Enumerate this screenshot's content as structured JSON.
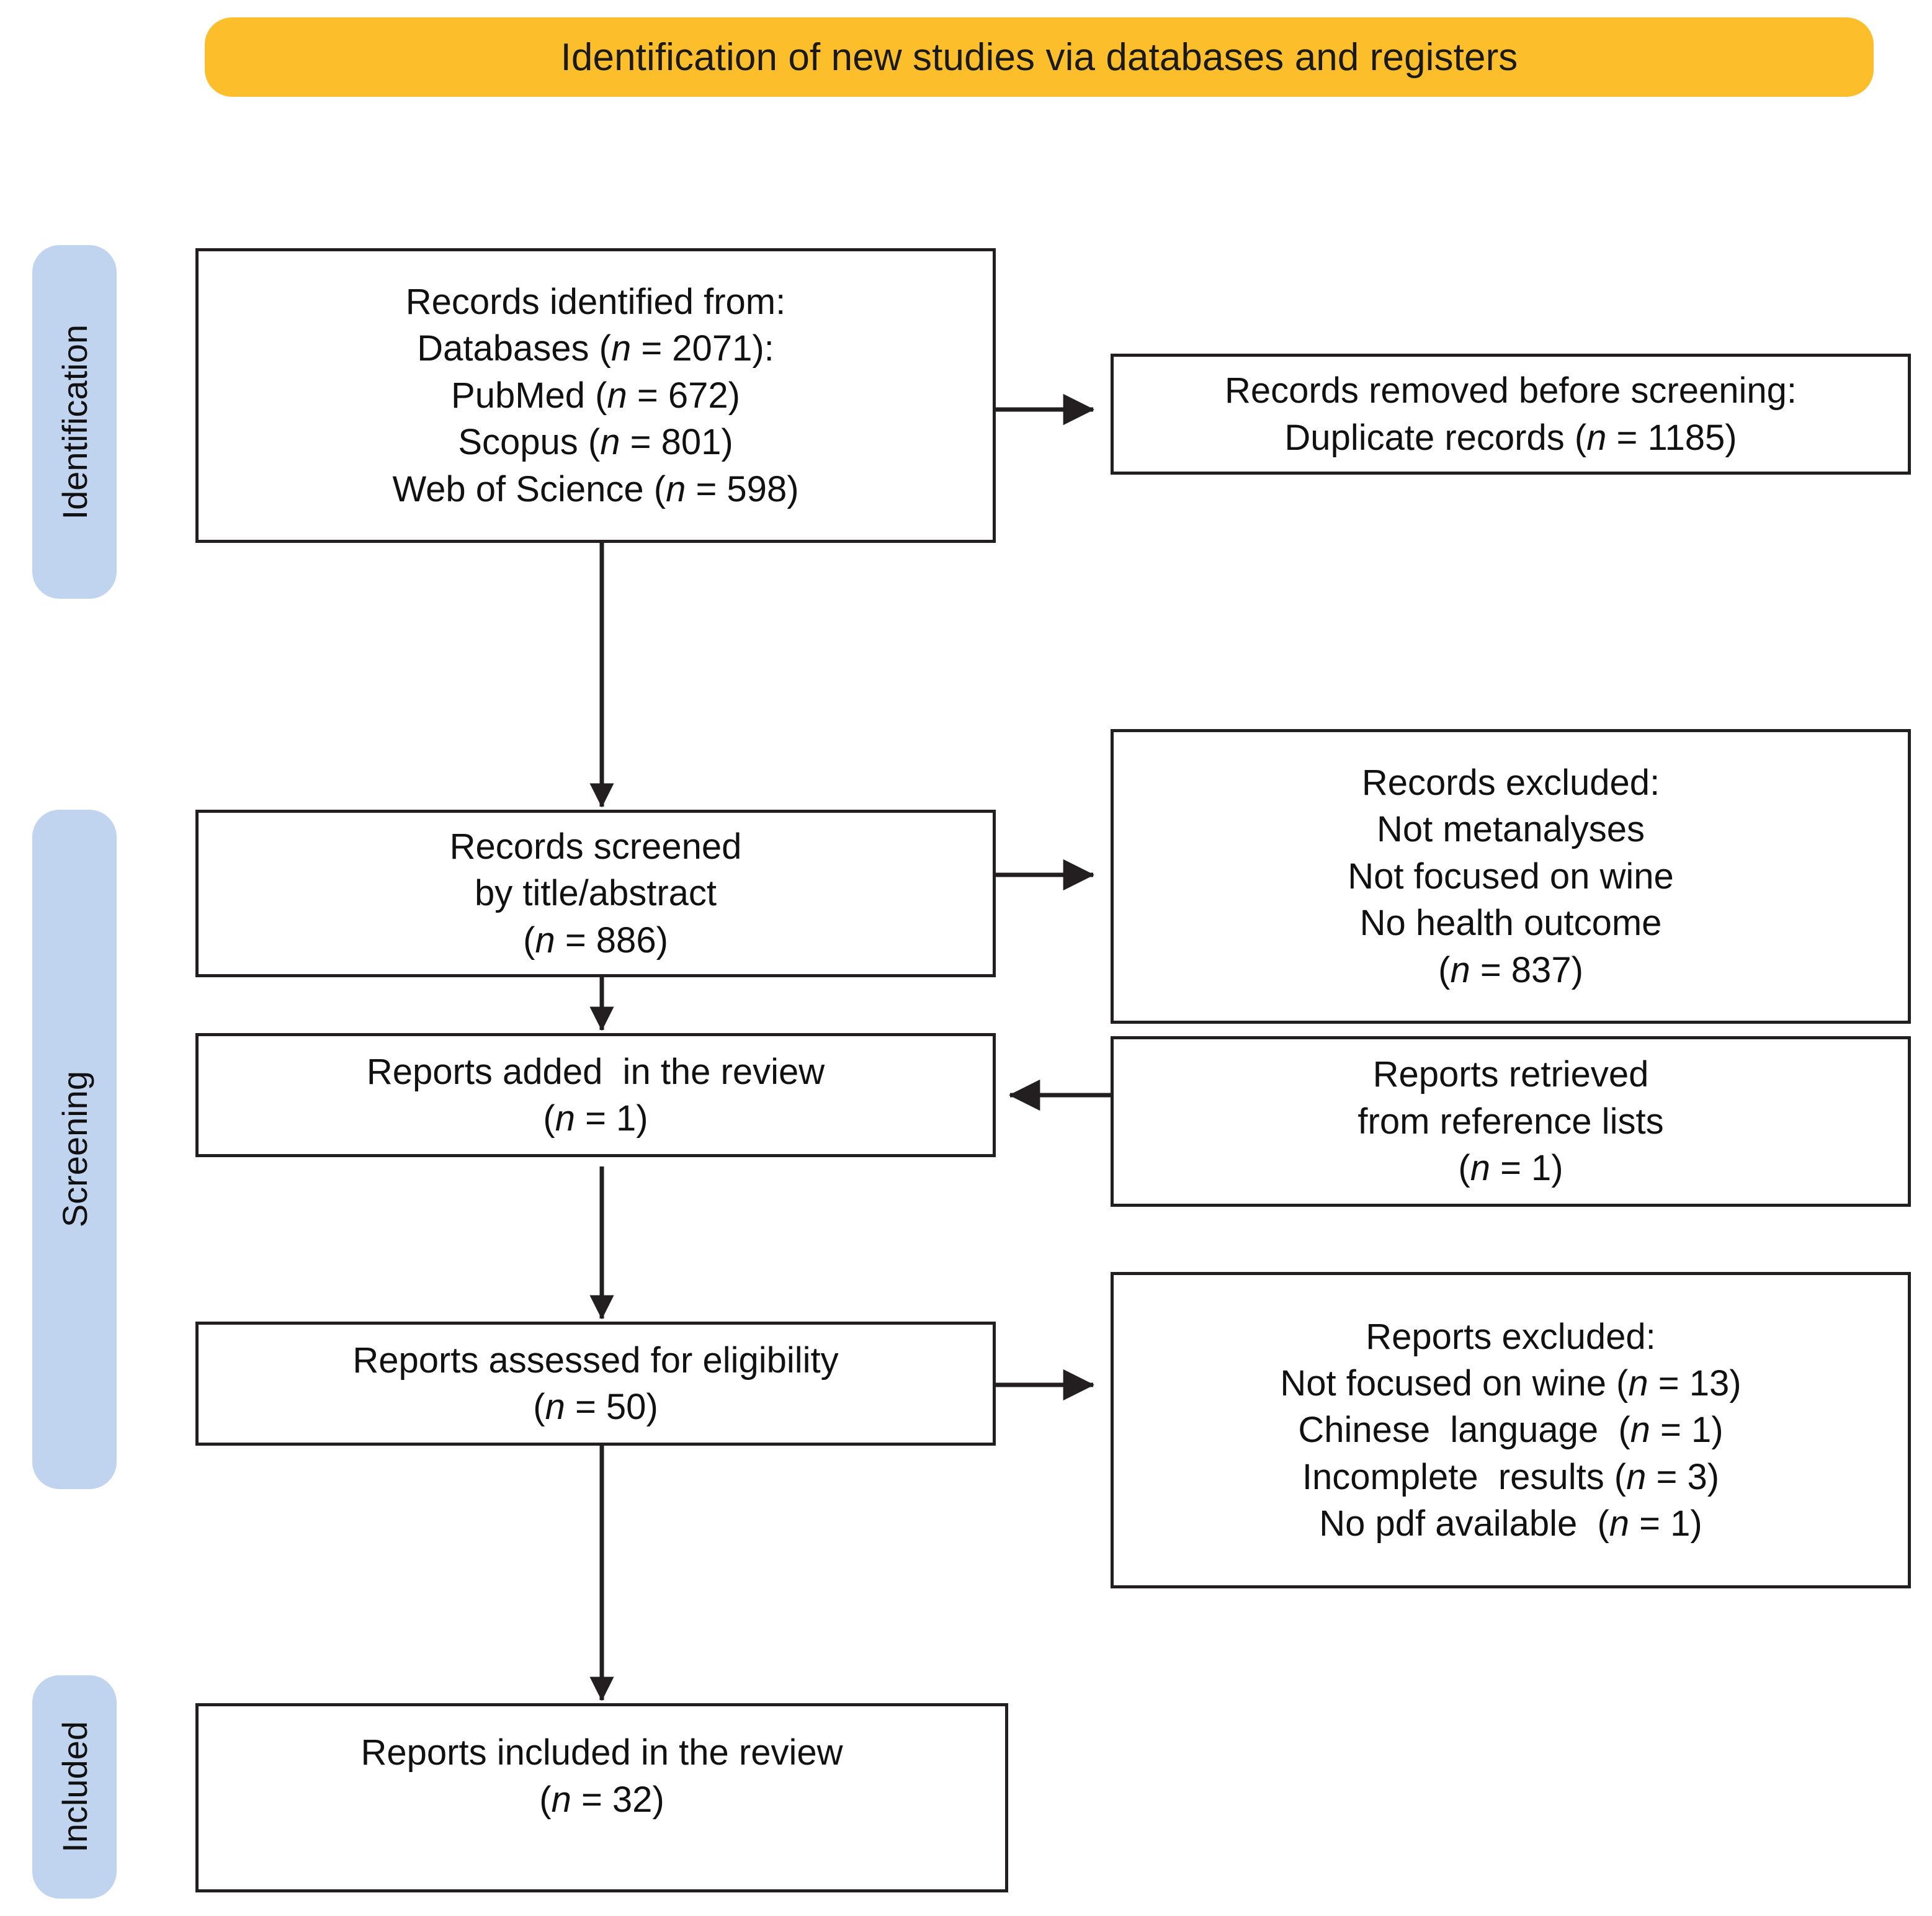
{
  "diagram": {
    "type": "prisma-flow-diagram",
    "title": "Identification of new studies via databases and registers",
    "colors": {
      "banner_fill": "#FCBE2A",
      "stage_pill_fill": "#C0D4EF",
      "box_border": "#231F20",
      "box_fill": "#FFFFFF",
      "arrow": "#231F20",
      "text": "#111111"
    }
  },
  "banner": {
    "label": "Identification of new studies via databases and registers"
  },
  "stages": [
    {
      "key": "identification",
      "label": "Identification"
    },
    {
      "key": "screening",
      "label": "Screening"
    },
    {
      "key": "included",
      "label": "Included"
    }
  ],
  "boxes": {
    "records_identified": {
      "name": "records-identified-from",
      "lines": [
        {
          "text": "Records identified from:"
        },
        {
          "text": "Databases (",
          "ital": "n",
          "tail": " = 2071):"
        },
        {
          "text": "PubMed (",
          "ital": "n",
          "tail": " = 672)"
        },
        {
          "text": "Scopus (",
          "ital": "n",
          "tail": " = 801)"
        },
        {
          "text": "Web of Science (",
          "ital": "n",
          "tail": " = 598)"
        }
      ]
    },
    "records_removed": {
      "name": "records-removed-before-screening",
      "lines": [
        {
          "text": "Records removed before screening:"
        },
        {
          "text": "Duplicate records (",
          "ital": "n",
          "tail": " = 1185)"
        }
      ]
    },
    "records_screened": {
      "name": "records-screened",
      "lines": [
        {
          "text": "Records screened"
        },
        {
          "text": "by title/abstract"
        },
        {
          "text": "(",
          "ital": "n",
          "tail": " = 886)"
        }
      ]
    },
    "records_excluded": {
      "name": "records-excluded",
      "lines": [
        {
          "text": "Records excluded:"
        },
        {
          "text": "Not metanalyses"
        },
        {
          "text": "Not focused on wine"
        },
        {
          "text": "No health outcome"
        },
        {
          "text": "(",
          "ital": "n",
          "tail": " = 837)"
        }
      ]
    },
    "reports_added": {
      "name": "reports-added-in-the-review",
      "lines": [
        {
          "text": "Reports added  in the review"
        },
        {
          "text": "(",
          "ital": "n",
          "tail": " = 1)"
        }
      ]
    },
    "reports_retrieved": {
      "name": "reports-retrieved-from-reference-lists",
      "lines": [
        {
          "text": "Reports retrieved"
        },
        {
          "text": "from reference lists"
        },
        {
          "text": "(",
          "ital": "n",
          "tail": " = 1)"
        }
      ]
    },
    "reports_assessed": {
      "name": "reports-assessed-for-eligibility",
      "lines": [
        {
          "text": "Reports assessed for eligibility"
        },
        {
          "text": "(",
          "ital": "n",
          "tail": " = 50)"
        }
      ]
    },
    "reports_excluded": {
      "name": "reports-excluded",
      "lines": [
        {
          "text": "Reports excluded:"
        },
        {
          "text": "Not focused on wine (",
          "ital": "n",
          "tail": " = 13)"
        },
        {
          "text": "Chinese  language  (",
          "ital": "n",
          "tail": " = 1)"
        },
        {
          "text": "Incomplete  results (",
          "ital": "n",
          "tail": " = 3)"
        },
        {
          "text": "No pdf available  (",
          "ital": "n",
          "tail": " = 1)"
        }
      ]
    },
    "reports_included": {
      "name": "reports-included-in-the-review",
      "lines": [
        {
          "text": "Reports included in the review"
        },
        {
          "text": "(",
          "ital": "n",
          "tail": " = 32)"
        }
      ]
    }
  },
  "flow_data": {
    "identified_databases_total": 2071,
    "pubmed": 672,
    "scopus": 801,
    "web_of_science": 598,
    "duplicates_removed": 1185,
    "screened_title_abstract": 886,
    "records_excluded_total": 837,
    "reports_added_from_reference_lists": 1,
    "reports_retrieved_from_reference_lists": 1,
    "reports_assessed_for_eligibility": 50,
    "reports_excluded_not_focused_on_wine": 13,
    "reports_excluded_chinese_language": 1,
    "reports_excluded_incomplete_results": 3,
    "reports_excluded_no_pdf": 1,
    "reports_included": 32
  }
}
